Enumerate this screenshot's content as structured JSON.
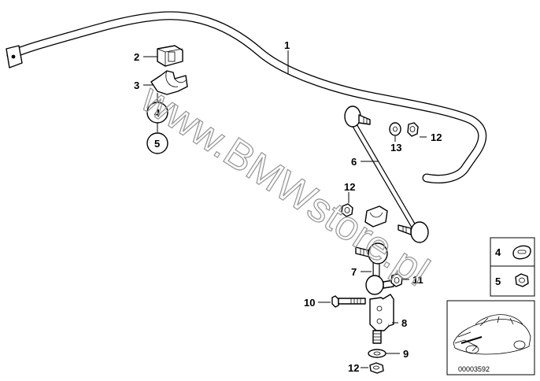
{
  "diagram": {
    "watermark_text": "www.BMWstore.pl",
    "document_number": "00003592",
    "callouts": {
      "stabilizer": "1",
      "rubber_mounting": "2",
      "bracket": "3",
      "circled_a": "4",
      "circled_b": "5",
      "front_link": "6",
      "rear_link": "7",
      "link_bracket": "8",
      "washer": "9",
      "bolt": "10",
      "nut_link": "11",
      "nut_top": "12",
      "washer_top": "13",
      "nut_mid": "12",
      "nut_bottom": "12"
    },
    "legend": [
      {
        "number": "4",
        "icon": "clip-nut-icon"
      },
      {
        "number": "5",
        "icon": "hex-nut-icon"
      }
    ]
  }
}
